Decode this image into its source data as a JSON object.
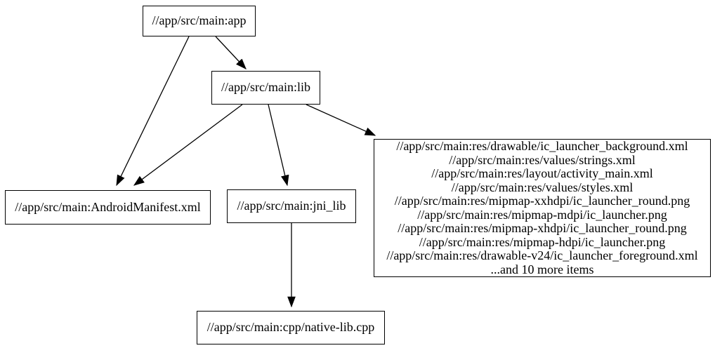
{
  "graph": {
    "nodes": {
      "app": {
        "label": "//app/src/main:app"
      },
      "lib": {
        "label": "//app/src/main:lib"
      },
      "manifest": {
        "label": "//app/src/main:AndroidManifest.xml"
      },
      "jni_lib": {
        "label": "//app/src/main:jni_lib"
      },
      "cpp": {
        "label": "//app/src/main:cpp/native-lib.cpp"
      },
      "res": {
        "lines": [
          "//app/src/main:res/drawable/ic_launcher_background.xml",
          "//app/src/main:res/values/strings.xml",
          "//app/src/main:res/layout/activity_main.xml",
          "//app/src/main:res/values/styles.xml",
          "//app/src/main:res/mipmap-xxhdpi/ic_launcher_round.png",
          "//app/src/main:res/mipmap-mdpi/ic_launcher.png",
          "//app/src/main:res/mipmap-xhdpi/ic_launcher_round.png",
          "//app/src/main:res/mipmap-hdpi/ic_launcher.png",
          "//app/src/main:res/drawable-v24/ic_launcher_foreground.xml",
          "...and 10 more items"
        ]
      }
    },
    "edges": [
      {
        "from": "app",
        "to": "lib"
      },
      {
        "from": "app",
        "to": "manifest"
      },
      {
        "from": "lib",
        "to": "manifest"
      },
      {
        "from": "lib",
        "to": "jni_lib"
      },
      {
        "from": "lib",
        "to": "res"
      },
      {
        "from": "jni_lib",
        "to": "cpp"
      }
    ],
    "colors": {
      "background": "#ffffff",
      "node_border": "#000000",
      "edge": "#000000",
      "text": "#000000"
    }
  }
}
